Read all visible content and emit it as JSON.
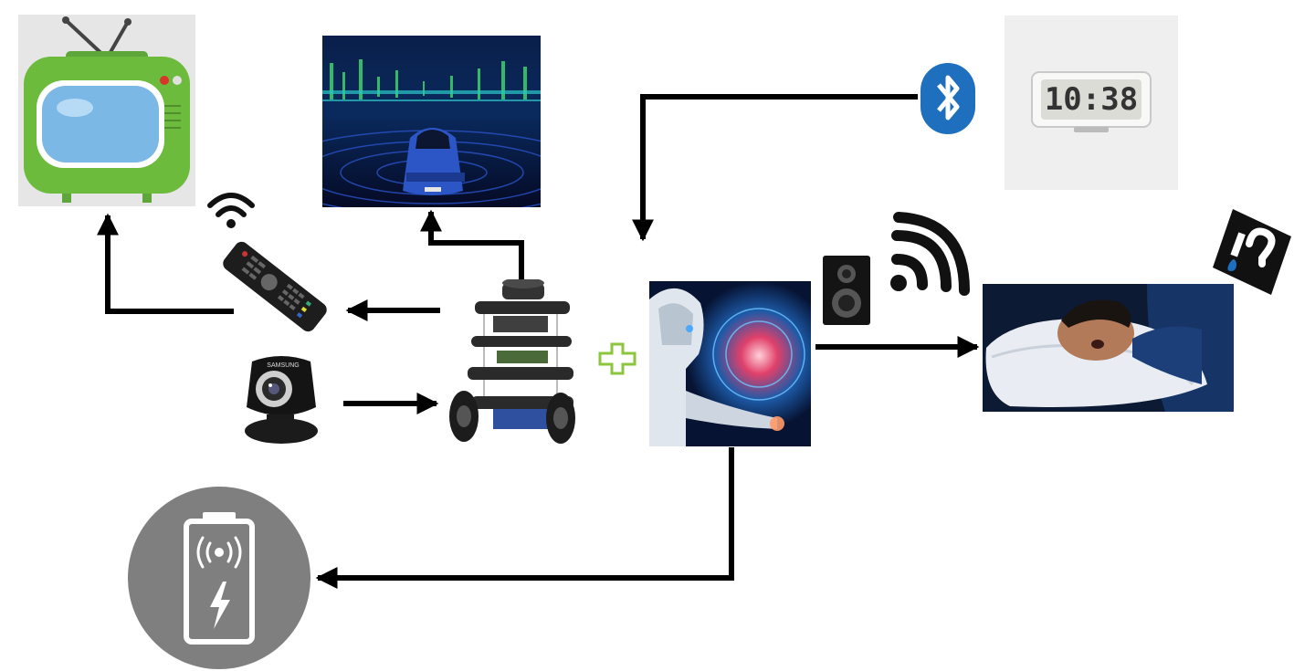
{
  "diagram": {
    "nodes": {
      "tv": {
        "icon": "tv-icon"
      },
      "lidar_view": {
        "icon": "lidar-car-scene"
      },
      "remote": {
        "icon": "tv-remote-icon",
        "signal_icon": "wifi-signal-icon"
      },
      "webcam": {
        "icon": "webcam-icon",
        "brand": "SAMSUNG"
      },
      "robot": {
        "icon": "turtlebot-robot"
      },
      "plus": {
        "icon": "plus-icon",
        "color": "#8cc63f"
      },
      "ai": {
        "icon": "ai-robot-image"
      },
      "speaker": {
        "icon": "speaker-icon",
        "signal_icon": "sound-wave-icon"
      },
      "bluetooth": {
        "icon": "bluetooth-icon",
        "color": "#1f6fbf"
      },
      "clock": {
        "icon": "digital-clock",
        "time": "10:38"
      },
      "sleeper": {
        "icon": "sleeping-man-photo"
      },
      "question": {
        "icon": "question-mark-icon"
      },
      "battery": {
        "icon": "wireless-charging-battery-icon",
        "color": "#7f7f7f"
      }
    },
    "edges": [
      {
        "from": "remote",
        "to": "tv"
      },
      {
        "from": "robot",
        "to": "lidar_view"
      },
      {
        "from": "robot",
        "to": "remote"
      },
      {
        "from": "webcam",
        "to": "robot"
      },
      {
        "from": "bluetooth",
        "to": "ai"
      },
      {
        "from": "ai",
        "to": "sleeper"
      },
      {
        "from": "ai",
        "to": "battery"
      }
    ],
    "arrow_color": "#000000"
  }
}
